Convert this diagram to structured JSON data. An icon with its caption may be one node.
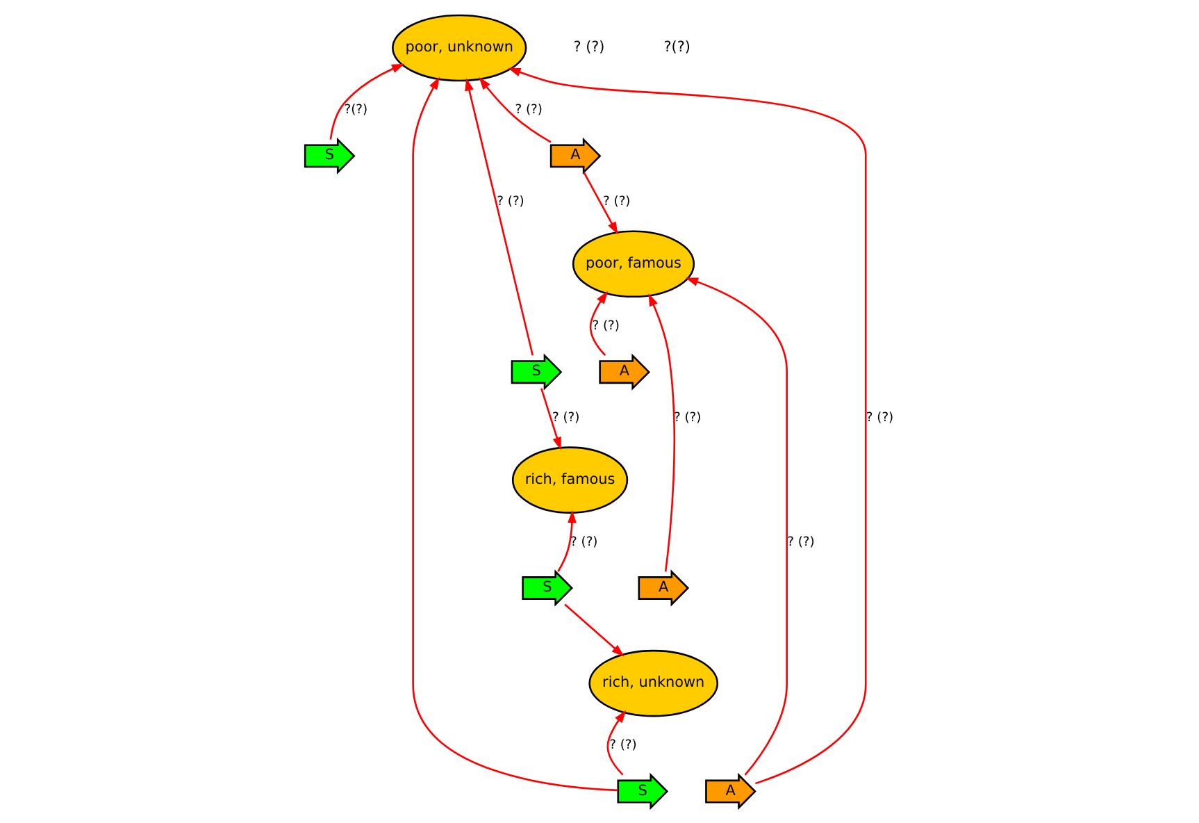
{
  "diagram": {
    "nodes": [
      {
        "text": [
          "poor, unknown"
        ]
      },
      {
        "text": [
          "S"
        ]
      },
      {
        "text": [
          "A"
        ]
      },
      {
        "text": [
          "poor, famous"
        ]
      },
      {
        "text": [
          "A"
        ]
      },
      {
        "text": [
          "S"
        ]
      },
      {
        "text": [
          "rich, unknown"
        ]
      },
      {
        "text": [
          "S"
        ]
      },
      {
        "text": [
          "A"
        ]
      },
      {
        "text": [
          "rich, famous"
        ]
      },
      {
        "text": [
          "S"
        ]
      },
      {
        "text": [
          "A"
        ]
      }
    ],
    "edges": [
      {
        "from": 1,
        "to": 0,
        "arrow": "to",
        "label": "?(?)"
      },
      {
        "from": 2,
        "to": 0,
        "arrow": "to",
        "label": "? (?)"
      },
      {
        "from": 2,
        "to": 3,
        "arrow": "to",
        "label": "? (?)"
      },
      {
        "from": 4,
        "to": 3,
        "arrow": "to",
        "label": "? (?)"
      },
      {
        "from": 5,
        "to": 0,
        "arrow": "to",
        "label": "? (?)"
      },
      {
        "from": 5,
        "to": 9,
        "arrow": "to",
        "label": "? (?)"
      },
      {
        "from": 7,
        "to": 6,
        "arrow": "to",
        "label": "? (?)"
      },
      {
        "from": 7,
        "to": 0,
        "arrow": "to"
      },
      {
        "from": 8,
        "to": 0,
        "arrow": "to",
        "label": "? (?)"
      },
      {
        "from": 8,
        "to": 3,
        "arrow": "to",
        "label": "? (?)"
      },
      {
        "from": 10,
        "to": 6,
        "arrow": "to"
      },
      {
        "from": 10,
        "to": 9,
        "arrow": "to",
        "label": "? (?)"
      },
      {
        "from": 11,
        "to": 3,
        "arrow": "to",
        "label": "? (?)"
      }
    ],
    "labels": [
      "? (?)",
      "?(?)"
    ]
  }
}
